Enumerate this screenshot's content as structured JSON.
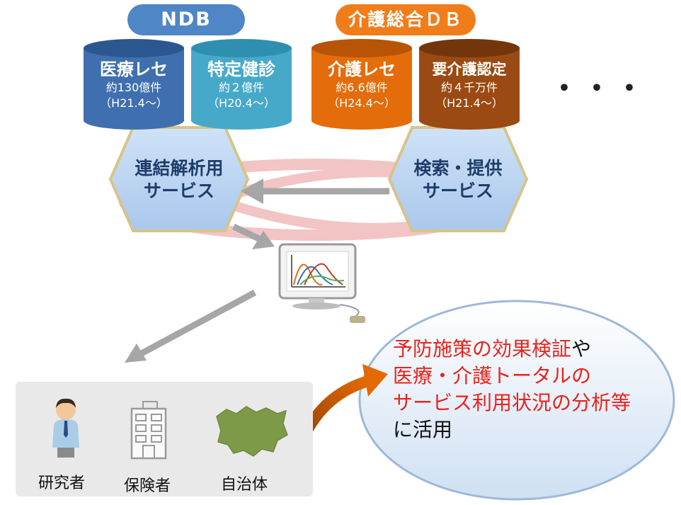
{
  "groups": {
    "ndb": {
      "label": "NDB",
      "color": "#4f86c6"
    },
    "kaigo": {
      "label": "介護総合ＤＢ",
      "color": "#f07d1a"
    }
  },
  "databases": [
    {
      "title": "医療レセ",
      "count": "約130億件",
      "period": "（H21.4〜）",
      "color": "#3f6fae"
    },
    {
      "title": "特定健診",
      "count": "約２億件",
      "period": "（H20.4〜）",
      "color": "#47a9c9"
    },
    {
      "title": "介護レセ",
      "count": "約6.6億件",
      "period": "（H24.4〜）",
      "color": "#e46c0a"
    },
    {
      "title": "要介護認定",
      "count": "約４千万件",
      "period": "（H21.4〜）",
      "color": "#9a4a12"
    }
  ],
  "more_indicator": "・・・",
  "services": {
    "left": {
      "line1": "連結解析用",
      "line2": "サービス"
    },
    "right": {
      "line1": "検索・提供",
      "line2": "サービス"
    }
  },
  "users": [
    {
      "label": "研究者",
      "icon": "researcher-icon"
    },
    {
      "label": "保険者",
      "icon": "building-icon"
    },
    {
      "label": "自治体",
      "icon": "map-region-icon"
    }
  ],
  "callout": {
    "part1_red": "予防施策の効果検証",
    "part1_black": "や",
    "line2_red": "医療・介護トータルの",
    "line3_red": "サービス利用状況の分析等",
    "line4_black": "に活用"
  }
}
